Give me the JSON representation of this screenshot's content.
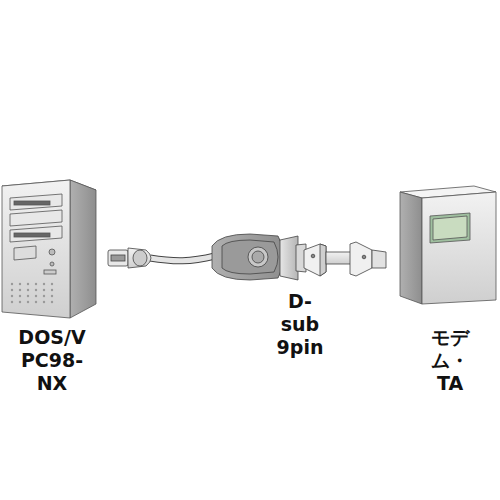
{
  "diagram": {
    "labels": [
      "DOS/V PC98-NX",
      "D-sub 9pin",
      "モデム・TA"
    ]
  }
}
